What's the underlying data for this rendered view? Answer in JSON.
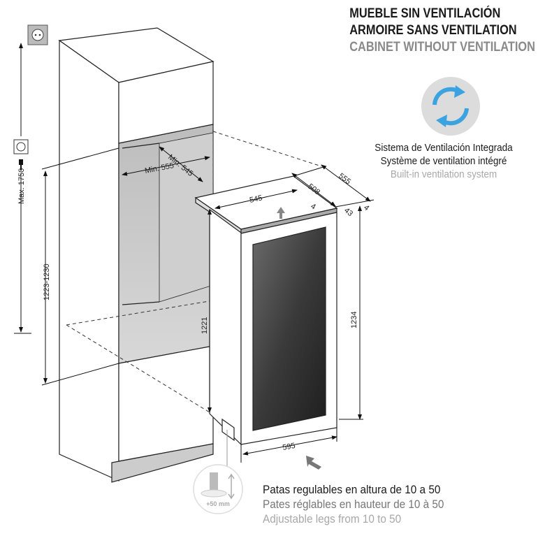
{
  "title": {
    "es": "MUEBLE SIN VENTILACIÓN",
    "fr": "ARMOIRE SANS VENTILATION",
    "en": "CABINET WITHOUT VENTILATION"
  },
  "ventilation": {
    "es": "Sistema de Ventilación Integrada",
    "fr": "Système de ventilation intégré",
    "en": "Built-in ventilation system",
    "icon": "rotate-arrows-icon",
    "icon_color": "#3ba3e0"
  },
  "legs": {
    "es": "Patas regulables en altura de 10 a 50",
    "fr": "Pates réglables en hauteur de 10 à 50",
    "en": "Adjustable legs from 10 to 50",
    "badge": "+50 mm"
  },
  "dimensions": {
    "max_socket_height": "Max. 1750",
    "niche_height": "1223-1230",
    "niche_width": "Min. 555",
    "niche_depth": "Min. 545",
    "appliance_width_top": "545",
    "appliance_depth": "508",
    "appliance_total_depth": "555",
    "gap_left": "4",
    "gap_right": "4",
    "door_thickness": "43",
    "appliance_height_side": "1221",
    "appliance_height_front": "1234",
    "appliance_width_front": "595"
  }
}
